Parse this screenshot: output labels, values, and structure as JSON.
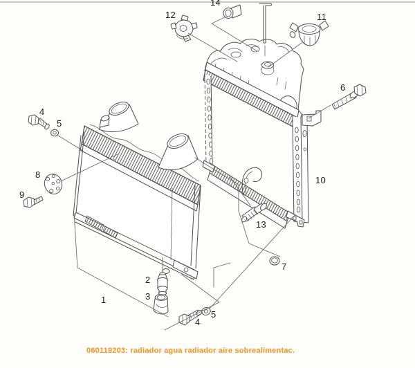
{
  "diagram": {
    "caption": {
      "text": "060119203: radiador agua radiador aire sobrealimentac.",
      "color": "#f79320"
    },
    "callouts": [
      {
        "label": "14"
      },
      {
        "label": "12"
      },
      {
        "label": "11"
      },
      {
        "label": "6"
      },
      {
        "label": "4"
      },
      {
        "label": "5"
      },
      {
        "label": "8"
      },
      {
        "label": "9"
      },
      {
        "label": "10"
      },
      {
        "label": "13"
      },
      {
        "label": "7"
      },
      {
        "label": "1"
      },
      {
        "label": "2"
      },
      {
        "label": "3"
      },
      {
        "label": "4"
      },
      {
        "label": "5"
      }
    ]
  }
}
